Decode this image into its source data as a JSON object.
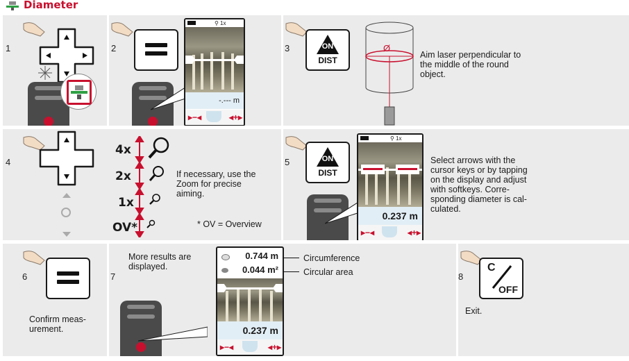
{
  "title": "Diameter",
  "steps": {
    "s1": "1",
    "s2": "2",
    "s3": "3",
    "s4": "4",
    "s5": "5",
    "s6": "6",
    "s7": "7",
    "s8": "8"
  },
  "screen_zoom": "1x",
  "screen_zoom2": "1x",
  "value_empty": "-.--- m",
  "key_on_top": "ON",
  "key_on_bottom": "DIST",
  "key_on_top2": "ON",
  "key_on_bottom2": "DIST",
  "key_c": "C",
  "key_off": "OFF",
  "diam_symbol": "Ø",
  "step3_text": "Aim laser perpendicular to the middle of the round object.",
  "zoom_levels": [
    "4x",
    "2x",
    "1x",
    "OV*"
  ],
  "zoom_help": "If necessary, use the Zoom for precise aiming.",
  "ov_note": "* OV = Overview",
  "step5_value": "0.237 m",
  "step5_text": "Select arrows with the cursor keys or by tapping on the display and adjust with softkeys. Corre-sponding diameter is cal-culated.",
  "step6_text": "Confirm meas-urement.",
  "step7_text": "More results are displayed.",
  "circumference_value": "0.744 m",
  "area_value": "0.044 m²",
  "diameter_value": "0.237 m",
  "circumference_label": "Circumference",
  "area_label": "Circular area",
  "step8_text": "Exit."
}
